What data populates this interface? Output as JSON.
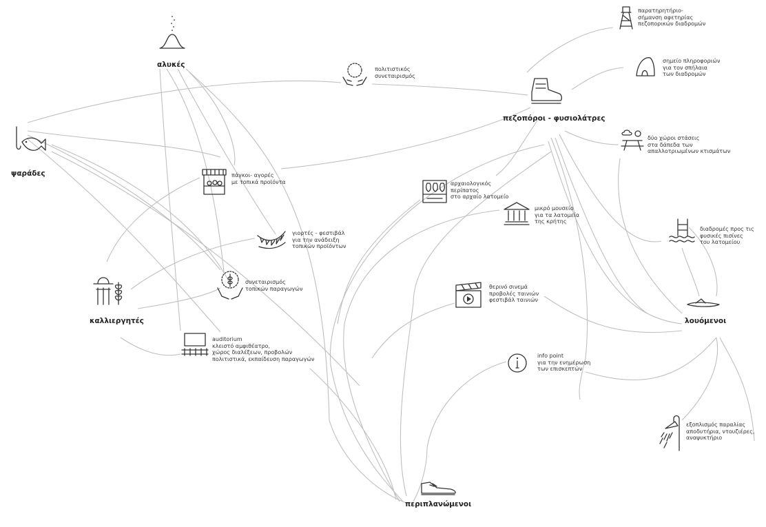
{
  "actors": {
    "fishers": "ψαράδες",
    "salt": "αλυκές",
    "hikers": "πεζοπόροι - φυσιολάτρες",
    "farmers": "καλλιεργητές",
    "bathers": "λουόμενοι",
    "wanderers": "περιπλανώμενοι"
  },
  "facilities": {
    "watchtower": "παρατηρητήριο-\nσήμανση αφετηρίας\nπεζοπορικών διαδρομών",
    "cave_info": "σημείο πληροφοριών\nγια τον σπήλαια\nτων διαδρομών",
    "cultural_coop": "πολιτιστικός\nσυνεταιρισμός",
    "rest_areas": "δύο χώροι στάσεις\nστα δάπεδα των\nαπαλλοτριωμένων κτισμάτων",
    "market_stalls": "πάγκοι- αγορές\nμε τοπικά προϊόντα",
    "archaeo_walk": "αρχαιολογικός\nπερίπατος\nστο αρχαίο λατομείο",
    "museum": "μικρό μουσείο\nγια τα λατομεία\nτης κρήτης",
    "festivals": "γιορτές - φεστιβάλ\nγια την ανάδειξη\nτοπικών προϊόντων",
    "pools": "διαδρομές προς τις\nφυσικές πισίνες\nτου λατομείου",
    "producers_coop": "συνεταιρισμός\nτοπικών παραγωγών",
    "cinema": "θερινό σινεμά\nπροβολές ταινιών\nφεστιβάλ ταινιών",
    "auditorium": "auditorium\nκλειστό αμφιθέατρο,\nχώρος διαλέξεων, προβολών\nπολιτιστικά, εκπαίδευση παραγωγών",
    "info_point": "info point\nγια την ενημέρωση\nτων επισκεπτών",
    "beach": "εξοπλισμός παραλίας\nαποδυτήρια, ντουζιέρες,\nαναψυκτήριο"
  },
  "style": {
    "line_color": "#bfbfbf",
    "ink_color": "#333333"
  }
}
